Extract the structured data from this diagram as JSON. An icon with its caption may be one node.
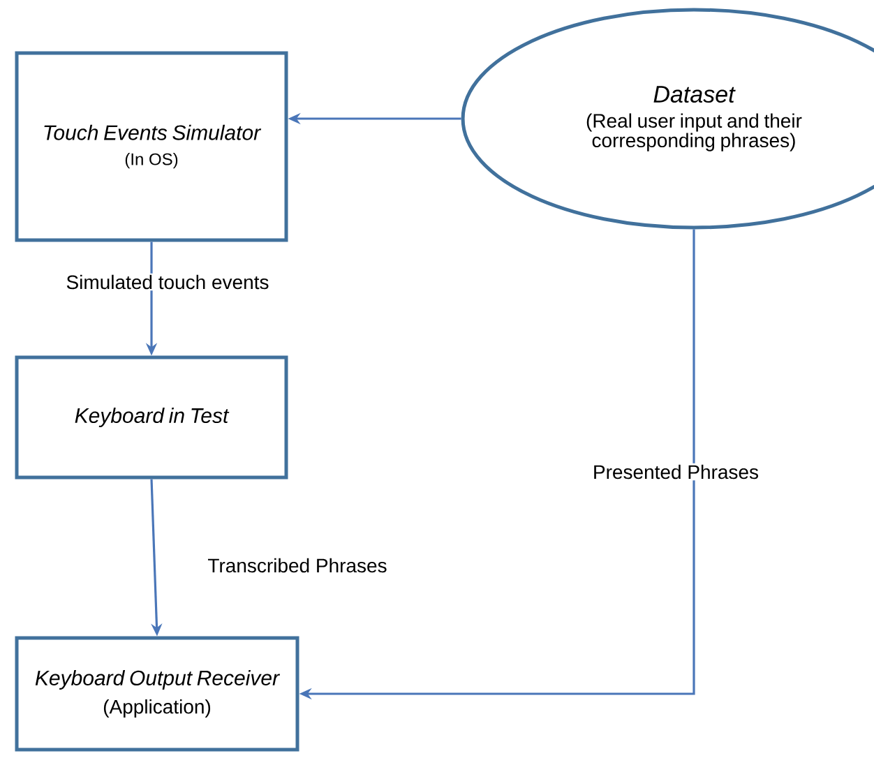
{
  "diagram": {
    "nodes": [
      {
        "text": [
          "Touch Events Simulator",
          "(In OS)"
        ]
      },
      {
        "text": [
          "Dataset",
          "(Real user input and their corresponding phrases)"
        ]
      },
      {
        "text": [
          "Keyboard in Test"
        ]
      },
      {
        "text": [
          "Keyboard Output Receiver",
          "(Application)"
        ]
      }
    ],
    "edges": [
      {
        "from": 1,
        "to": 0,
        "arrow": "to"
      },
      {
        "from": 0,
        "to": 2,
        "arrow": "to",
        "label": "Simulated touch events"
      },
      {
        "from": 2,
        "to": 3,
        "arrow": "to",
        "label": "Transcribed Phrases"
      },
      {
        "from": 1,
        "to": 3,
        "arrow": "to",
        "label": "Presented Phrases"
      }
    ]
  }
}
